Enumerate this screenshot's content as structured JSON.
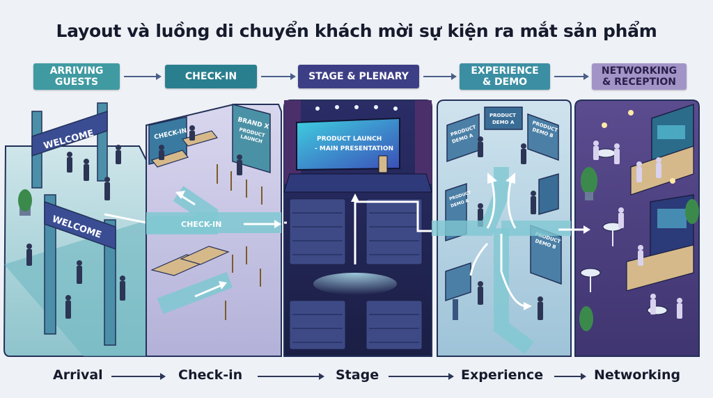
{
  "title": "Layout và luồng di chuyển khách mời sự kiện ra mắt sản phẩm",
  "stages": [
    {
      "line1": "ARRIVING",
      "line2": "GUESTS",
      "color": "#3f9aa2"
    },
    {
      "line1": "CHECK-IN",
      "line2": "",
      "color": "#2a7f8f"
    },
    {
      "line1": "STAGE & PLENARY",
      "line2": "",
      "color": "#3d3f86"
    },
    {
      "line1": "EXPERIENCE",
      "line2": "& DEMO",
      "color": "#3c8fa3"
    },
    {
      "line1": "NETWORKING",
      "line2": "& RECEPTION",
      "color": "#a394c8"
    }
  ],
  "scene_labels": {
    "welcome_top": "WELCOME",
    "welcome_bottom": "WELCOME",
    "checkin_desk": "CHECK-IN",
    "brand_line1": "BRAND X",
    "brand_line2": "PRODUCT",
    "brand_line3": "LAUNCH",
    "checkin_path": "CHECK-IN",
    "screen_line1": "PRODUCT LAUNCH",
    "screen_line2": "- MAIN PRESENTATION",
    "demo_a_line1": "PRODUCT",
    "demo_a_line2": "DEMO A",
    "demo_a2_line1": "PRODUCT",
    "demo_a2_line2": "DEMO A",
    "demo_b_line1": "PRODUCT",
    "demo_b_line2": "DEMO B",
    "demo_mid_line1": "PRODUCT",
    "demo_mid_line2": "DEMO A",
    "demo_b2_line1": "PRODUCT",
    "demo_b2_line2": "DEMO B"
  },
  "bottom_labels": [
    "Arrival",
    "Check-in",
    "Stage",
    "Experience",
    "Networking"
  ],
  "colors": {
    "teal": "#3f9aa2",
    "navy": "#262a58",
    "lavender": "#b8b4dc",
    "purple": "#5b4a8c",
    "path": "#7fc8d2"
  }
}
